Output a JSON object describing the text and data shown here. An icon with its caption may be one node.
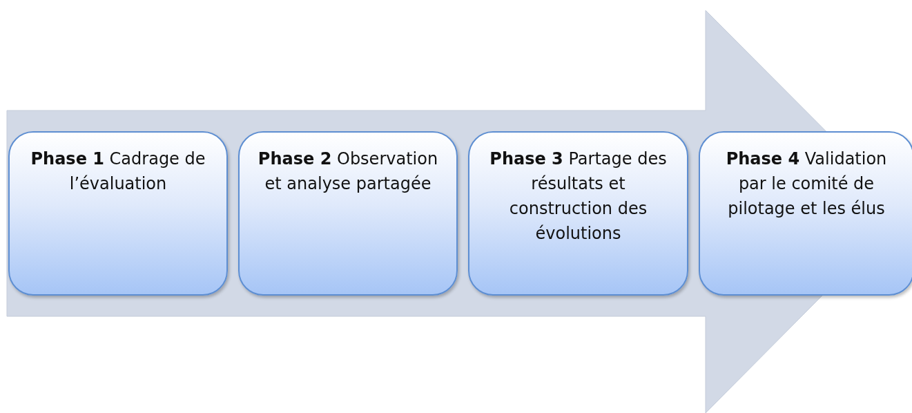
{
  "diagram": {
    "nodes": [
      {
        "text": [
          "**Phase 1** Cadrage de l’évaluation"
        ]
      },
      {
        "text": [
          "**Phase 2** Observation et analyse partagée"
        ]
      },
      {
        "text": [
          "**Phase 3** Partage des résultats et construction des évolutions"
        ]
      },
      {
        "text": [
          "**Phase 4** Validation par le comité de pilotage et les élus"
        ]
      }
    ],
    "edges": [
      {
        "from": 0,
        "to": 3,
        "arrow": "to"
      }
    ]
  }
}
